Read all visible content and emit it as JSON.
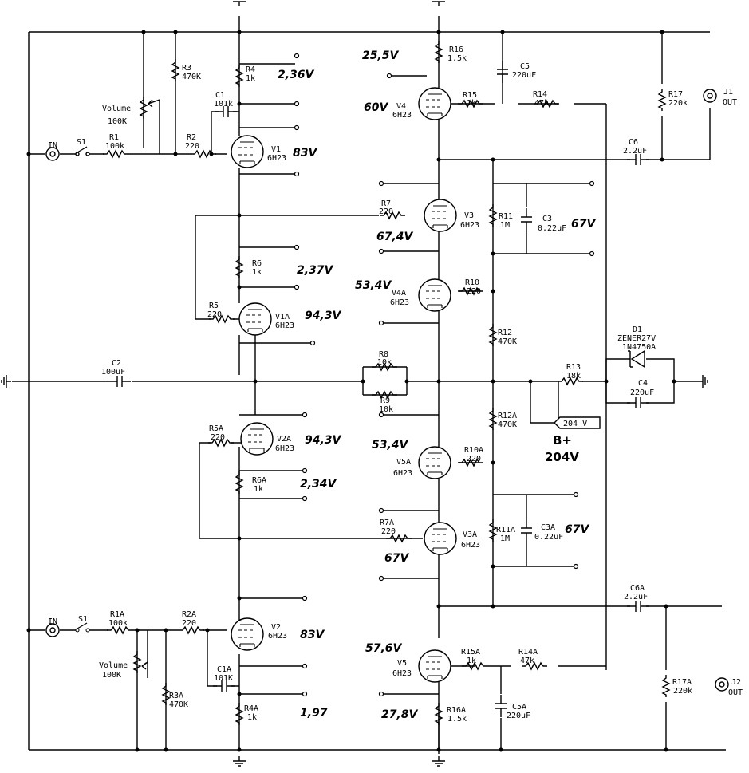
{
  "voltages": {
    "r4": "2,36V",
    "v1": "83V",
    "r6": "2,37V",
    "v1a": "94,3V",
    "v2a": "94,3V",
    "r6a": "2,34V",
    "v2": "83V",
    "r4a": "1,97",
    "r16": "25,5V",
    "v4": "60V",
    "v3": "67,4V",
    "v4a": "53,4V",
    "v5a": "53,4V",
    "v3a": "67V",
    "v5": "57,6V",
    "r16a": "27,8V",
    "c3": "67V",
    "c3a": "67V"
  },
  "supply": {
    "tap_label": "204 V",
    "bplus": "B+",
    "bplus_value": "204V"
  },
  "components": {
    "in_top": "IN",
    "s1_top": "S1",
    "r1": "R1",
    "r1_val": "100k",
    "volume_top": "Volume",
    "volume_top_val": "100K",
    "r3": "R3",
    "r3_val": "470K",
    "r2": "R2",
    "r2_val": "220",
    "c1": "C1",
    "c1_val": "101k",
    "r4": "R4",
    "r4_val": "1k",
    "v1": "V1",
    "v1_type": "6H23",
    "r5": "R5",
    "r5_val": "220",
    "r6": "R6",
    "r6_val": "1k",
    "v1a": "V1A",
    "v1a_type": "6H23",
    "c2": "C2",
    "c2_val": "100uF",
    "r5a": "R5A",
    "r5a_val": "220",
    "v2a": "V2A",
    "v2a_type": "6H23",
    "r6a": "R6A",
    "r6a_val": "1k",
    "in_bot": "IN",
    "s1_bot": "S1",
    "r1a": "R1A",
    "r1a_val": "100k",
    "r2a": "R2A",
    "r2a_val": "220",
    "volume_bot": "Volume",
    "volume_bot_val": "100K",
    "r3a": "R3A",
    "r3a_val": "470K",
    "c1a": "C1A",
    "c1a_val": "101K",
    "v2": "V2",
    "v2_type": "6H23",
    "r4a": "R4A",
    "r4a_val": "1k",
    "r16": "R16",
    "r16_val": "1.5k",
    "c5": "C5",
    "c5_val": "220uF",
    "r15": "R15",
    "r15_val": "1k",
    "r14": "R14",
    "r14_val": "47k",
    "v4": "V4",
    "v4_type": "6H23",
    "r17": "R17",
    "r17_val": "220k",
    "j1": "J1",
    "j1_sub": "OUT",
    "c6": "C6",
    "c6_val": "2.2uF",
    "r7": "R7",
    "r7_val": "220",
    "v3": "V3",
    "v3_type": "6H23",
    "r11": "R11",
    "r11_val": "1M",
    "c3": "C3",
    "c3_val": "0.22uF",
    "r10": "R10",
    "r10_val": "220",
    "v4a": "V4A",
    "v4a_type": "6H23",
    "r12": "R12",
    "r12_val": "470K",
    "d1": "D1",
    "d1_val": "ZENER27V",
    "d1_part": "1N4750A",
    "r8": "R8",
    "r8_val": "10k",
    "r9": "R9",
    "r9_val": "10k",
    "r13": "R13",
    "r13_val": "18k",
    "c4": "C4",
    "c4_val": "220uF",
    "r12a": "R12A",
    "r12a_val": "470K",
    "r10a": "R10A",
    "r10a_val": "220",
    "v5a": "V5A",
    "v5a_type": "6H23",
    "r7a": "R7A",
    "r7a_val": "220",
    "v3a": "V3A",
    "v3a_type": "6H23",
    "r11a": "R11A",
    "r11a_val": "1M",
    "c3a": "C3A",
    "c3a_val": "0.22uF",
    "c6a": "C6A",
    "c6a_val": "2.2uF",
    "r15a": "R15A",
    "r15a_val": "1k",
    "r14a": "R14A",
    "r14a_val": "47k",
    "v5": "V5",
    "v5_type": "6H23",
    "r16a": "R16A",
    "r16a_val": "1.5k",
    "c5a": "C5A",
    "c5a_val": "220uF",
    "r17a": "R17A",
    "r17a_val": "220k",
    "j2": "J2",
    "j2_sub": "OUT"
  }
}
